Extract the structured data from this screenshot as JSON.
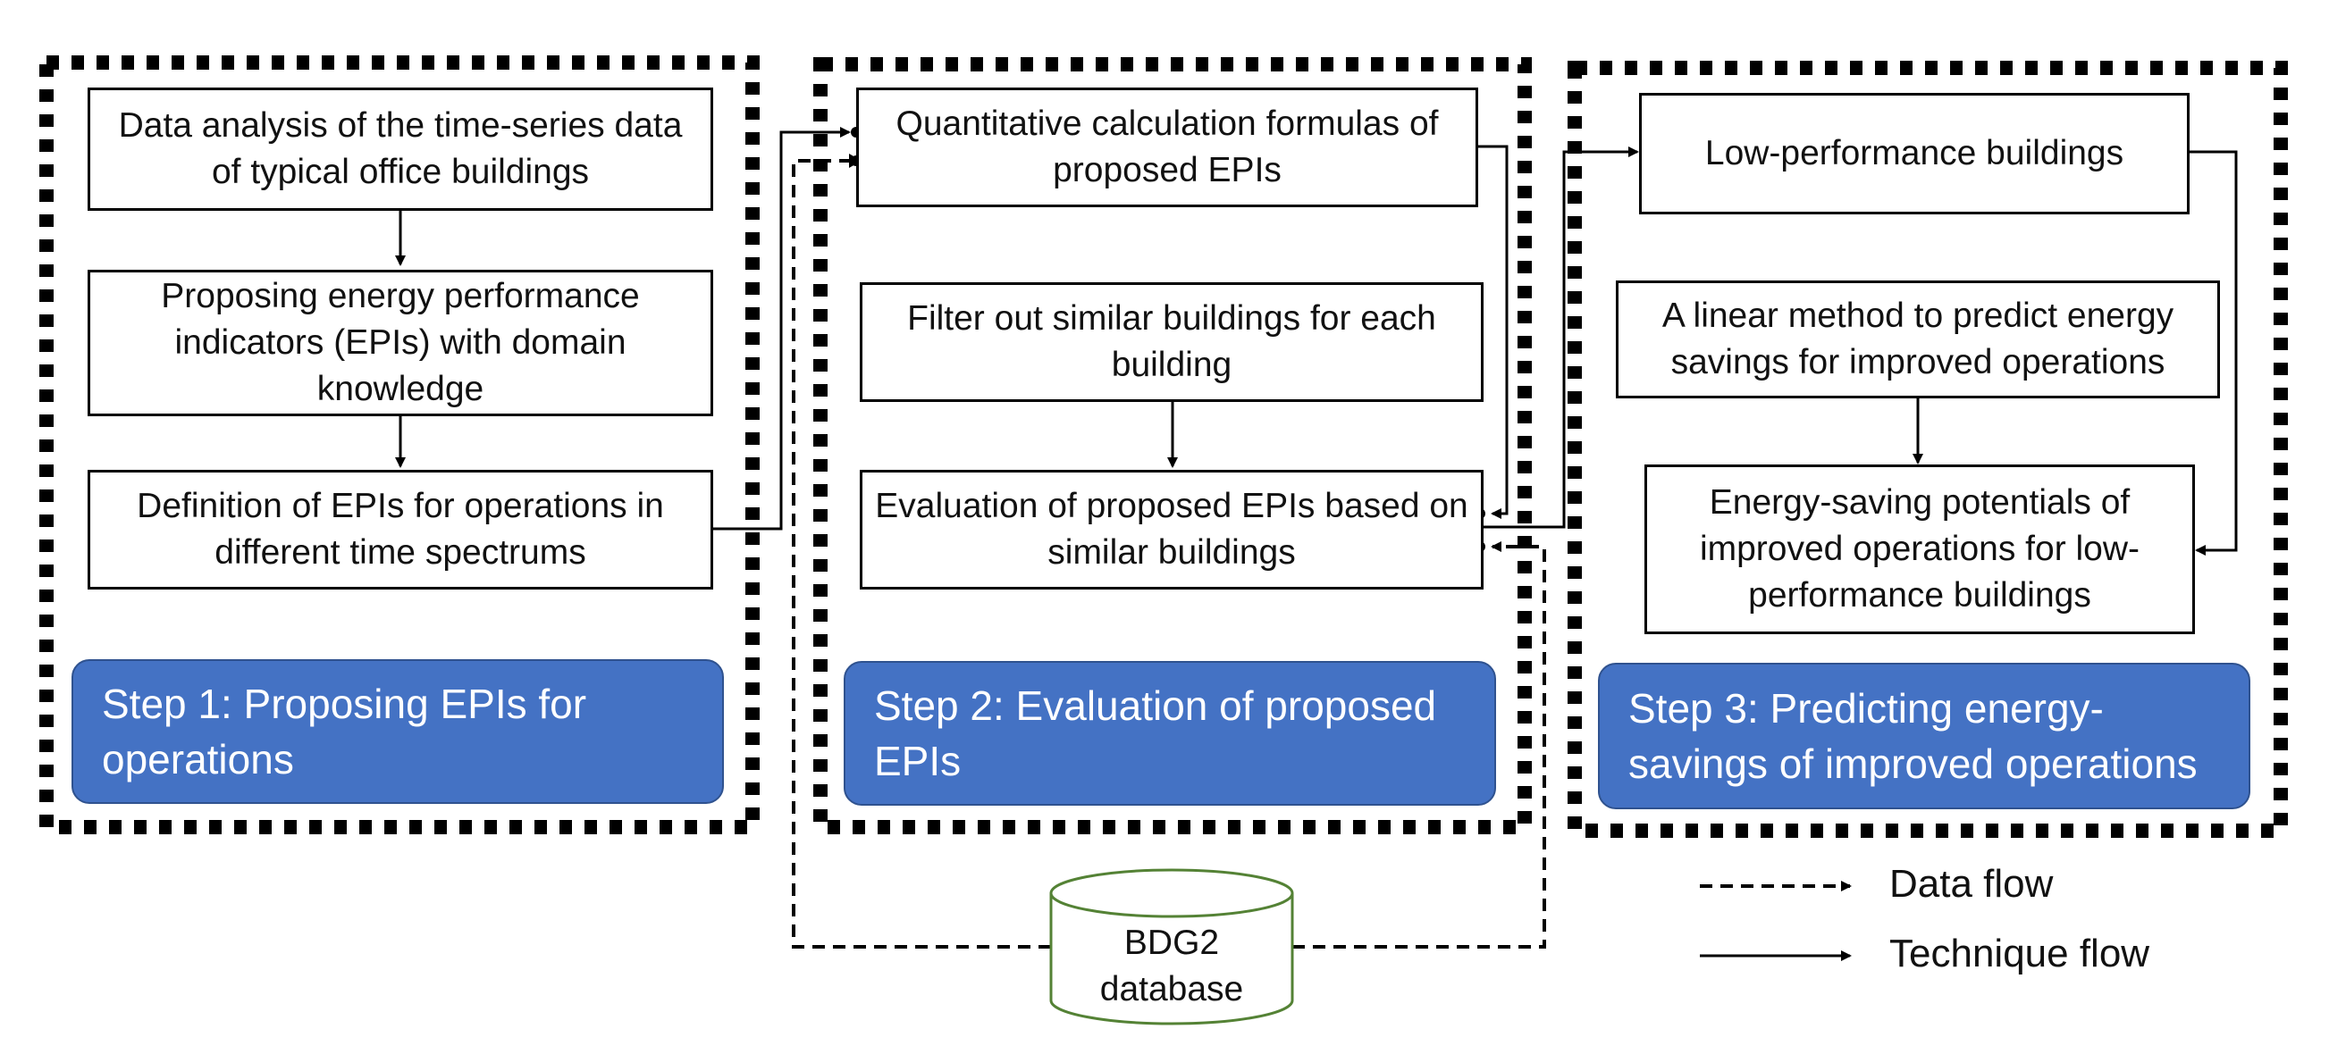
{
  "step1": {
    "box1": "Data analysis of the time-series data of typical office buildings",
    "box2": "Proposing energy performance indicators (EPIs) with domain knowledge",
    "box3": "Definition of EPIs for operations in different time spectrums",
    "label": "Step 1: Proposing EPIs for operations"
  },
  "step2": {
    "box1": "Quantitative calculation formulas of proposed EPIs",
    "box2": "Filter out similar buildings for each building",
    "box3": "Evaluation of proposed EPIs based on similar buildings",
    "label": "Step 2: Evaluation of proposed EPIs"
  },
  "step3": {
    "box1": "Low-performance buildings",
    "box2": "A linear method to predict energy savings for improved operations",
    "box3": "Energy-saving potentials of improved operations for low-performance buildings",
    "label": "Step 3: Predicting energy-savings of improved operations"
  },
  "database": {
    "line1": "BDG2",
    "line2": "database",
    "color": "#548235"
  },
  "legend": {
    "data_flow": "Data flow",
    "technique_flow": "Technique flow"
  },
  "colors": {
    "step_fill": "#4472c4",
    "step_border": "#2f528f"
  }
}
